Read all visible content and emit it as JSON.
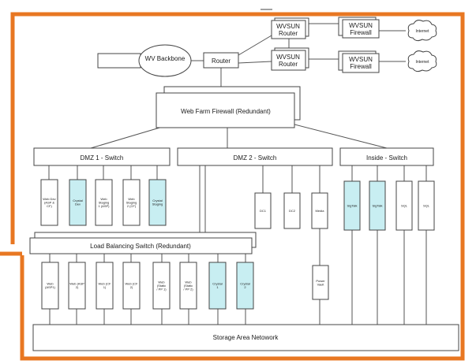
{
  "colors": {
    "frame": "#e87722",
    "line": "#555555",
    "box_fill": "#ffffff",
    "highlight_fill": "#c8eef2",
    "stroke": "#444444"
  },
  "top": {
    "backbone": "WV Backbone",
    "router": "Router",
    "router_top": "WVSUN Router",
    "router_bottom": "WVSUN Router",
    "firewall_top": "WVSUN Firewall",
    "firewall_bottom": "WVSUN Firewall",
    "internet_top": "Internet",
    "internet_bottom": "Internet",
    "web_farm_firewall": "Web Farm Firewall (Redundant)"
  },
  "switches": {
    "dmz1": "DMZ 1 - Switch",
    "dmz2": "DMZ 2 - Switch",
    "inside": "Inside - Switch",
    "lb": "Load Balancing Switch (Redundant)",
    "san": "Storage Area Netowork"
  },
  "dmz1_servers": [
    "Web Dev (ASP & CF)",
    "Crystal Dev",
    "Web Staging 1 (ASP)",
    "Web Staging 2 (CF)",
    "Crystal Staging"
  ],
  "dmz2_servers": [
    "DC1",
    "DC2",
    "Media"
  ],
  "inside_servers": [
    "SigTalk",
    "SigTalk",
    "SQL",
    "SQL"
  ],
  "lb_servers": [
    "Web (ASP1)",
    "Web (ASP 2)",
    "Web (CF 1)",
    "Web (CF 2)",
    "Web (Static / PP 1)",
    "Web (Static / PP 2)",
    "Crystal 1",
    "Crystal 2"
  ],
  "power_vault": "Power Vault"
}
